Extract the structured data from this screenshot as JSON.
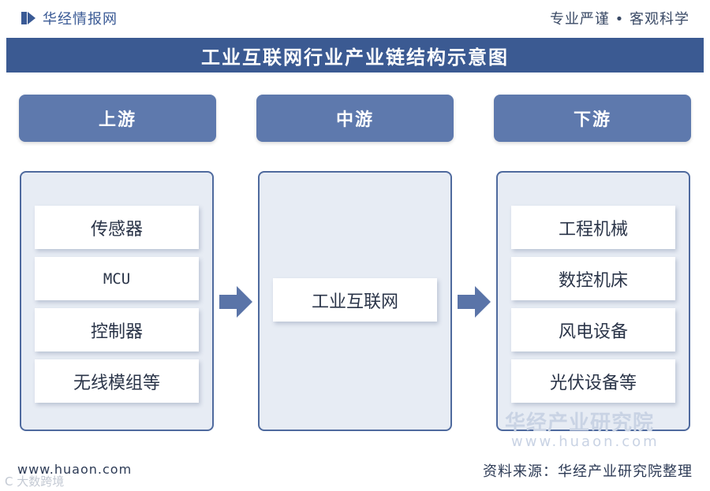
{
  "header": {
    "brand": "华经情报网",
    "tagline": "专业严谨 • 客观科学"
  },
  "title": "工业互联网行业产业链结构示意图",
  "stages": [
    {
      "label": "上游",
      "items": [
        "传感器",
        "MCU",
        "控制器",
        "无线模组等"
      ]
    },
    {
      "label": "中游",
      "items": [
        "工业互联网"
      ]
    },
    {
      "label": "下游",
      "items": [
        "工程机械",
        "数控机床",
        "风电设备",
        "光伏设备等"
      ]
    }
  ],
  "watermark": {
    "text": "华经产业研究院",
    "url": "www.huaon.com"
  },
  "footer": {
    "url": "www.huaon.com",
    "source": "资料来源：华经产业研究院整理",
    "corner_mark": "C 大数跨境"
  },
  "colors": {
    "title_bar": "#3b5a92",
    "stage_header": "#5e79ad",
    "panel_bg": "#e7ecf4",
    "arrow": "#5a74a8"
  }
}
